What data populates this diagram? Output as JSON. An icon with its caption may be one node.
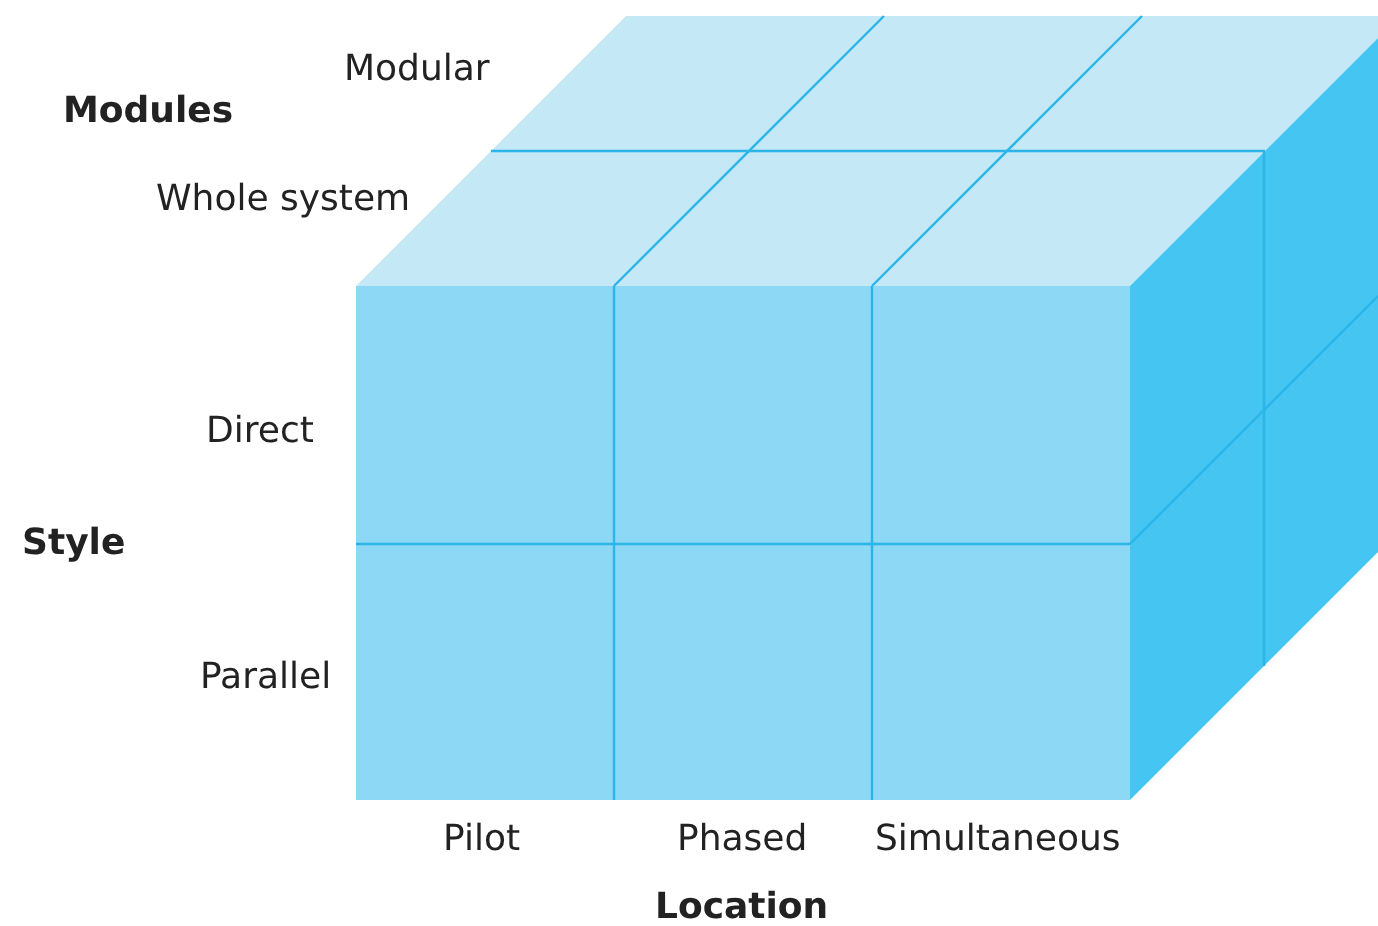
{
  "diagram": {
    "labels": [
      "Modular",
      "Modules",
      "Whole system",
      "Direct",
      "Style",
      "Parallel",
      "Pilot",
      "Phased",
      "Simultaneous",
      "Location"
    ]
  }
}
